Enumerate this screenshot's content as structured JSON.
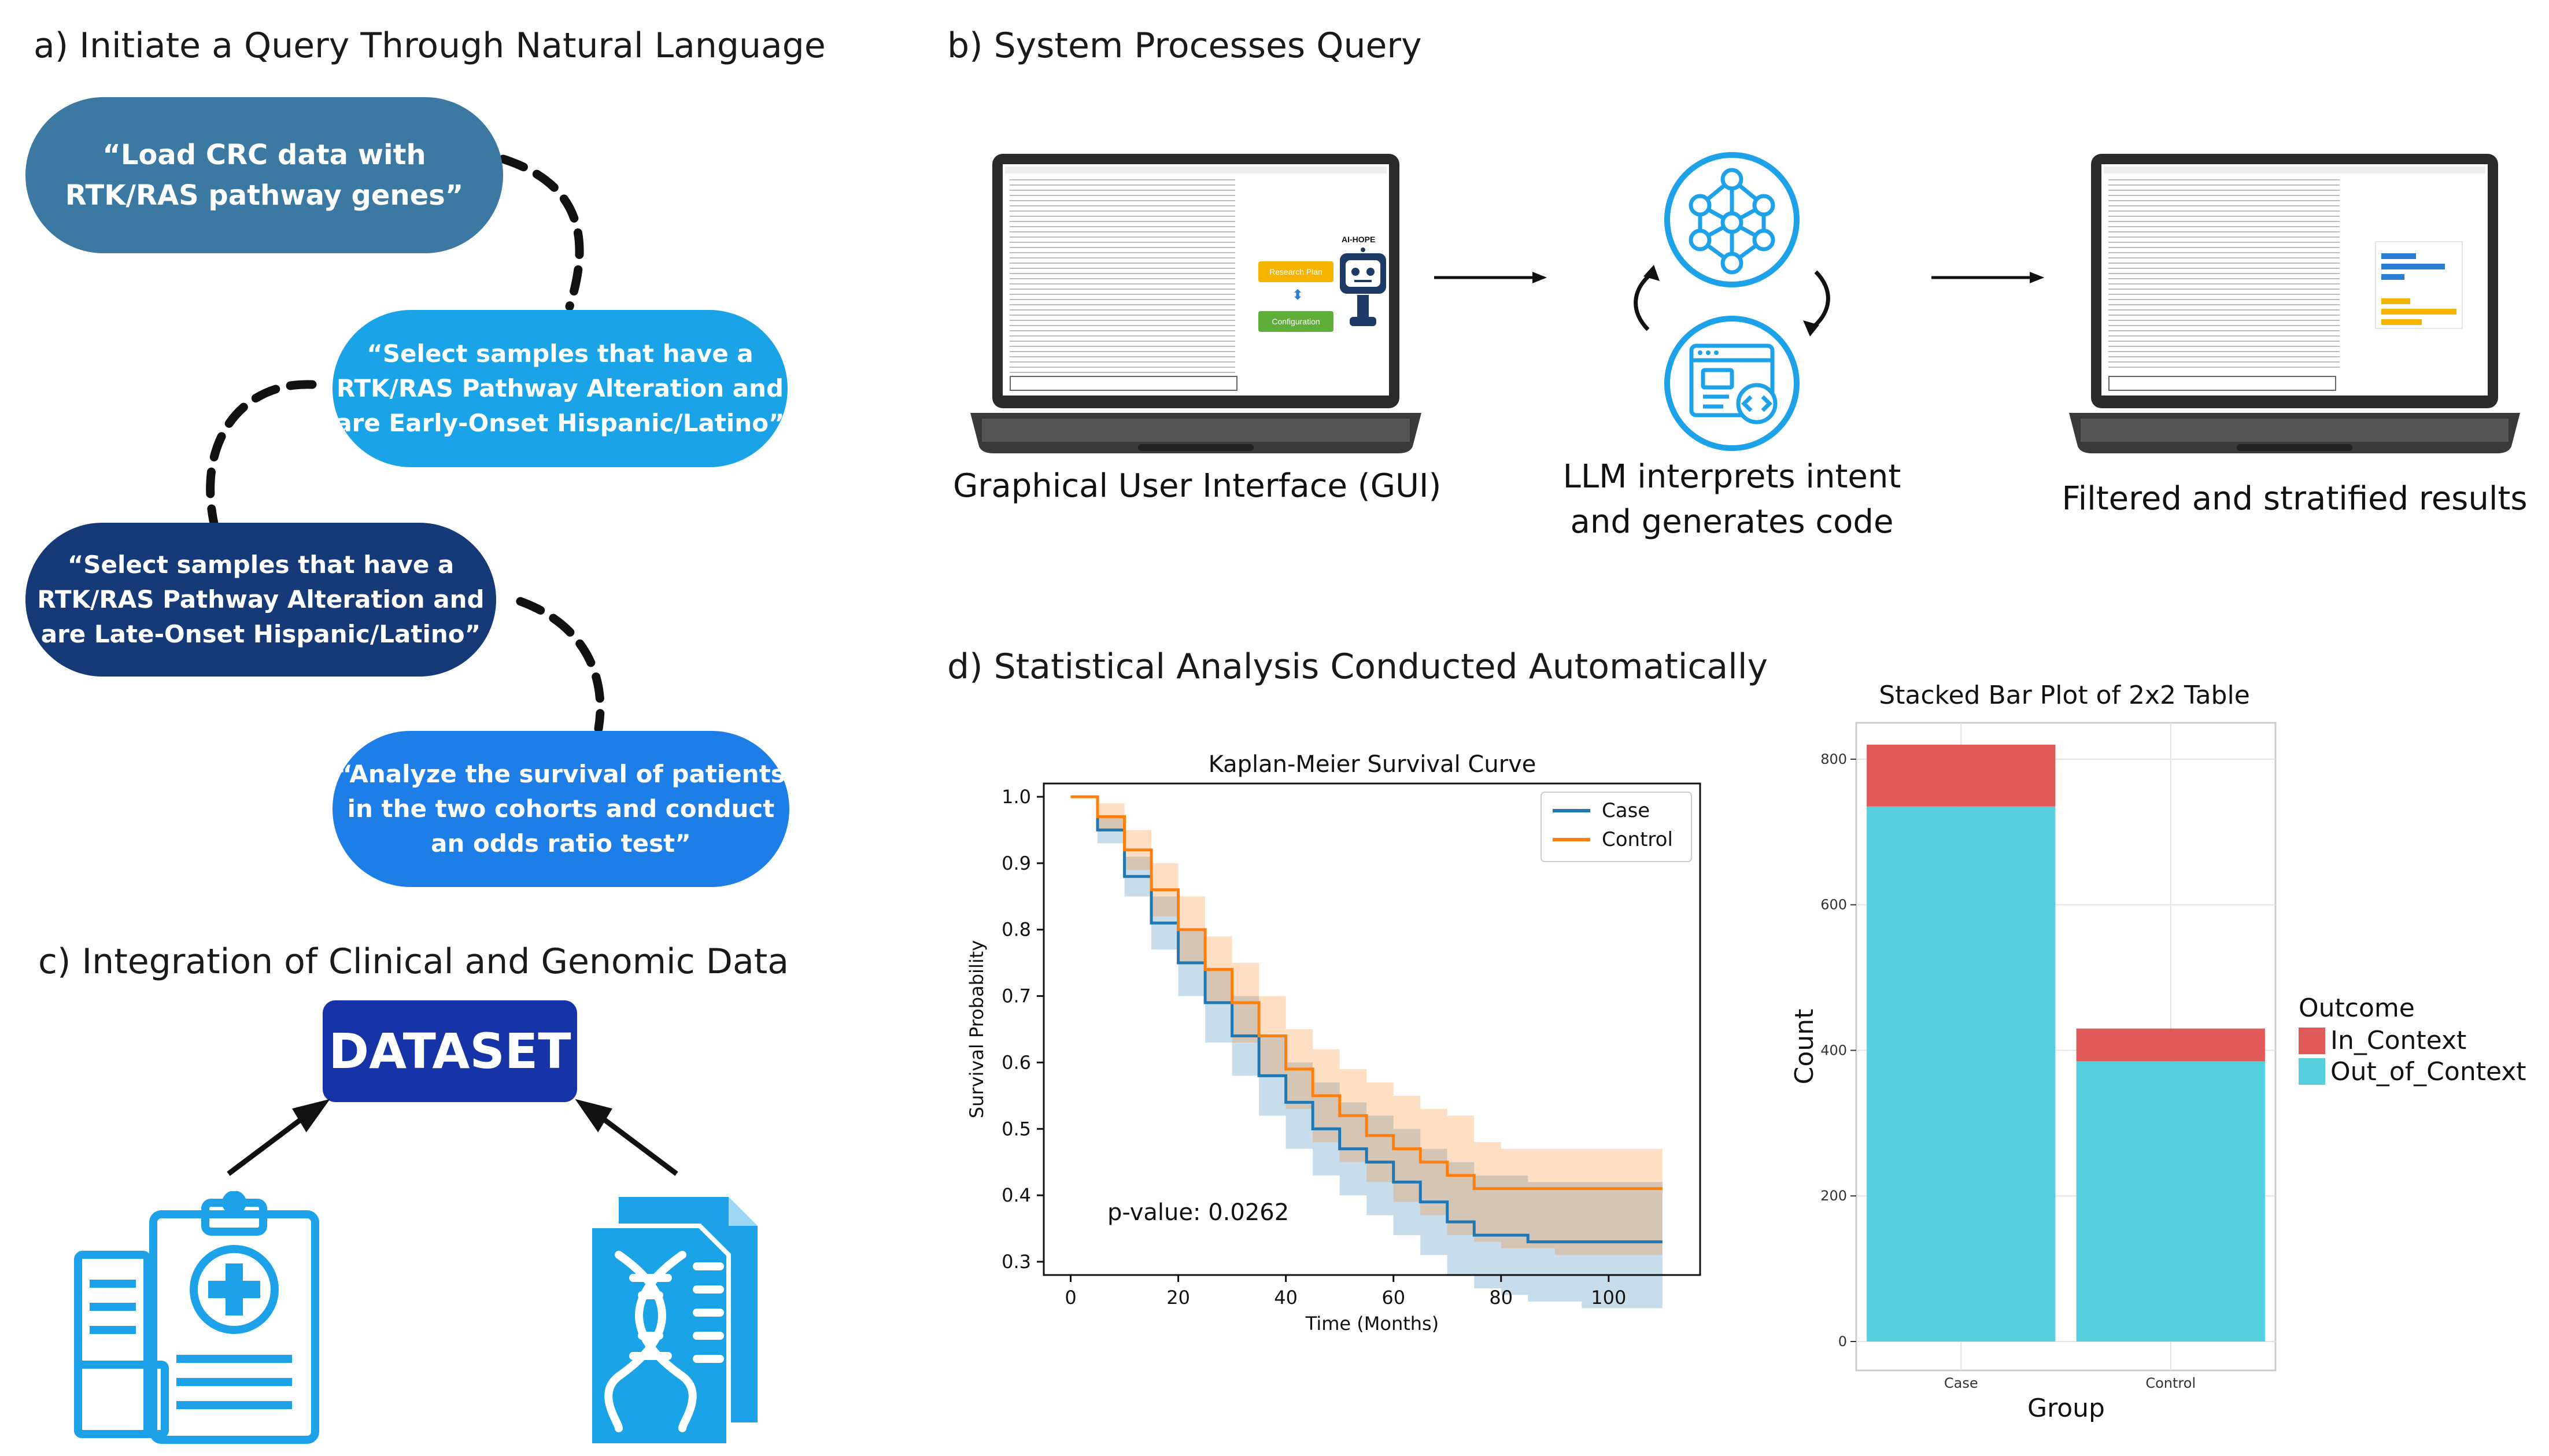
{
  "colors": {
    "bubble1": "#3b79a2",
    "bubble2": "#1aa3e6",
    "bubble3": "#163a78",
    "bubble4": "#1c7ee6",
    "dataset": "#1633a8",
    "icon_blue": "#1da1e8",
    "km_case": "#1f77b4",
    "km_control": "#ff7f0e",
    "bar_in_context": "#e05a5a",
    "bar_out_of_context": "#55d0dc"
  },
  "section_a": {
    "title": "a) Initiate a Query Through Natural Language",
    "bubbles": [
      [
        "“Load CRC data with",
        "RTK/RAS pathway genes”"
      ],
      [
        "“Select samples that have a",
        "RTK/RAS Pathway Alteration and",
        "are Early-Onset Hispanic/Latino”"
      ],
      [
        "“Select samples that have a",
        "RTK/RAS Pathway Alteration and",
        "are Late-Onset Hispanic/Latino”"
      ],
      [
        "“Analyze the survival of patients",
        "in the two cohorts and conduct",
        "an odds ratio test”"
      ]
    ]
  },
  "section_b": {
    "title": "b) System Processes Query",
    "gui_caption": "Graphical User Interface (GUI)",
    "llm_caption_line1": "LLM interprets intent",
    "llm_caption_line2": "and generates code",
    "results_caption": "Filtered and stratified results",
    "laptop_buttons": {
      "research_plan": "Research Plan",
      "configuration": "Configuration",
      "robot_label": "AI-HOPE"
    }
  },
  "section_c": {
    "title": "c) Integration of Clinical and Genomic Data",
    "dataset_label": "DATASET",
    "icons": [
      "clipboard-medical-icon",
      "dna-document-icon"
    ]
  },
  "section_d": {
    "title": "d) Statistical Analysis Conducted Automatically"
  },
  "chart_data": [
    {
      "type": "line",
      "title": "Kaplan-Meier Survival Curve",
      "xlabel": "Time (Months)",
      "ylabel": "Survival Probability",
      "xlim": [
        -5,
        117
      ],
      "ylim": [
        0.28,
        1.02
      ],
      "xticks": [
        0,
        20,
        40,
        60,
        80,
        100
      ],
      "yticks": [
        0.3,
        0.4,
        0.5,
        0.6,
        0.7,
        0.8,
        0.9,
        1.0
      ],
      "annotation": "p-value: 0.0262",
      "legend": "top-right",
      "series": [
        {
          "name": "Case",
          "x": [
            0,
            5,
            10,
            15,
            20,
            25,
            30,
            35,
            40,
            45,
            50,
            55,
            60,
            65,
            70,
            75,
            80,
            85,
            90,
            95,
            100,
            105,
            110
          ],
          "y": [
            1.0,
            0.95,
            0.88,
            0.81,
            0.75,
            0.69,
            0.64,
            0.58,
            0.54,
            0.5,
            0.47,
            0.45,
            0.42,
            0.39,
            0.36,
            0.34,
            0.34,
            0.33,
            0.33,
            0.33,
            0.33,
            0.33,
            0.33
          ],
          "lower": [
            1.0,
            0.93,
            0.85,
            0.77,
            0.7,
            0.63,
            0.58,
            0.52,
            0.47,
            0.43,
            0.4,
            0.37,
            0.34,
            0.31,
            0.28,
            0.26,
            0.25,
            0.24,
            0.24,
            0.23,
            0.23,
            0.23,
            0.23
          ],
          "upper": [
            1.0,
            0.97,
            0.91,
            0.85,
            0.8,
            0.74,
            0.7,
            0.64,
            0.6,
            0.57,
            0.54,
            0.52,
            0.5,
            0.47,
            0.45,
            0.43,
            0.43,
            0.42,
            0.42,
            0.42,
            0.42,
            0.42,
            0.42
          ]
        },
        {
          "name": "Control",
          "x": [
            0,
            5,
            10,
            15,
            20,
            25,
            30,
            35,
            40,
            45,
            50,
            55,
            60,
            65,
            70,
            75,
            80,
            85,
            90,
            95,
            100,
            105,
            110
          ],
          "y": [
            1.0,
            0.97,
            0.92,
            0.86,
            0.8,
            0.74,
            0.69,
            0.64,
            0.59,
            0.55,
            0.52,
            0.49,
            0.47,
            0.45,
            0.43,
            0.41,
            0.41,
            0.41,
            0.41,
            0.41,
            0.41,
            0.41,
            0.41
          ],
          "lower": [
            1.0,
            0.95,
            0.89,
            0.82,
            0.75,
            0.69,
            0.63,
            0.58,
            0.53,
            0.48,
            0.45,
            0.42,
            0.39,
            0.37,
            0.34,
            0.33,
            0.32,
            0.32,
            0.31,
            0.31,
            0.31,
            0.31,
            0.31
          ],
          "upper": [
            1.0,
            0.99,
            0.95,
            0.9,
            0.85,
            0.79,
            0.75,
            0.7,
            0.65,
            0.62,
            0.59,
            0.57,
            0.55,
            0.53,
            0.52,
            0.48,
            0.47,
            0.47,
            0.47,
            0.47,
            0.47,
            0.47,
            0.47
          ]
        }
      ]
    },
    {
      "type": "bar",
      "stacked": true,
      "title": "Stacked Bar Plot of 2x2 Table",
      "xlabel": "Group",
      "ylabel": "Count",
      "ylim": [
        0,
        850
      ],
      "yticks": [
        0,
        200,
        400,
        600,
        800
      ],
      "categories": [
        "Case",
        "Control"
      ],
      "legend_title": "Outcome",
      "legend": "right",
      "series": [
        {
          "name": "Out_of_Context",
          "values": [
            735,
            385
          ]
        },
        {
          "name": "In_Context",
          "values": [
            85,
            45
          ]
        }
      ]
    }
  ]
}
